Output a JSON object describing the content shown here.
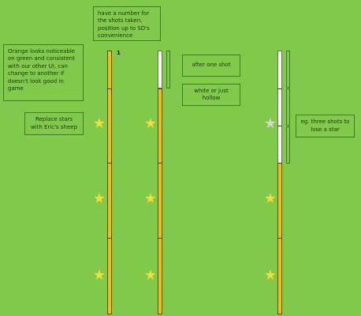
{
  "notes": {
    "number_note": "have a number for the shots taken, position up to SD's convenience",
    "orange_note": "Orange looks noticeable on green and consistent with our other UI, can change to another if doesn't look good in game",
    "replace_note": "Replace stars with Eric's sheep",
    "after_one_shot_note": "after one shot",
    "white_hollow_note": "white or just hollow",
    "example_note": "eg. three shots to lose a star"
  },
  "shot_count": "1",
  "icons": {
    "filled_star": "★",
    "gray_star": "★"
  },
  "colors": {
    "background": "#80c94a",
    "bar_fill": "#f1c20d",
    "bar_empty": "#ffffff",
    "star_fill": "#f6dc3a",
    "star_gray": "#d8d8d8"
  }
}
